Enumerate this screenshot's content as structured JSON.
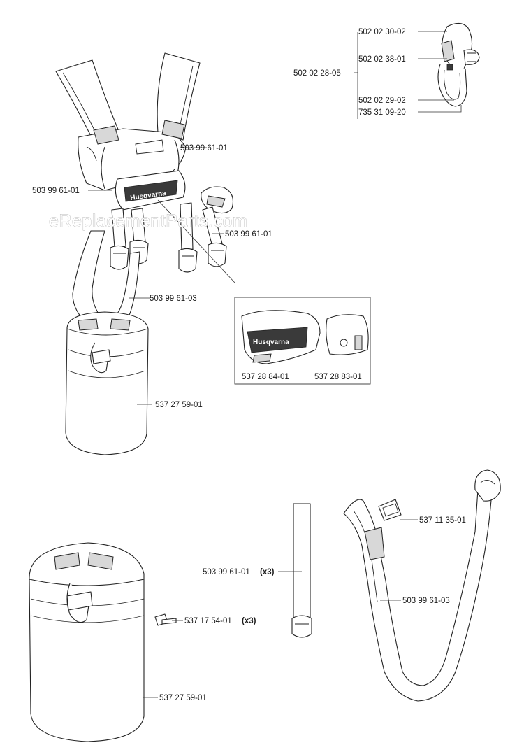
{
  "watermark": "eReplacementParts.com",
  "brand_logo_text": "Husqvarna",
  "callouts": {
    "hook_top": "502 02 30-02",
    "hook_mid": "502 02 38-01",
    "hook_group": "502 02 28-05",
    "hook_low": "502 02 29-02",
    "hook_bottom": "735 31 09-20",
    "harness_strap_right": "503 99 61-01",
    "harness_strap_left": "503 99 61-01",
    "harness_strap_lower": "503 99 61-01",
    "harness_belt": "503 99 61-03",
    "harness_pad": "537 27 59-01",
    "inset_left": "537 28 84-01",
    "inset_right": "537 28 83-01",
    "buckle": "537 11 35-01",
    "strap_single": "503 99 61-01",
    "strap_single_qty": "(x3)",
    "belt_loose": "503 99 61-03",
    "screw": "537 17 54-01",
    "screw_qty": "(x3)",
    "pad_loose": "537 27 59-01"
  }
}
